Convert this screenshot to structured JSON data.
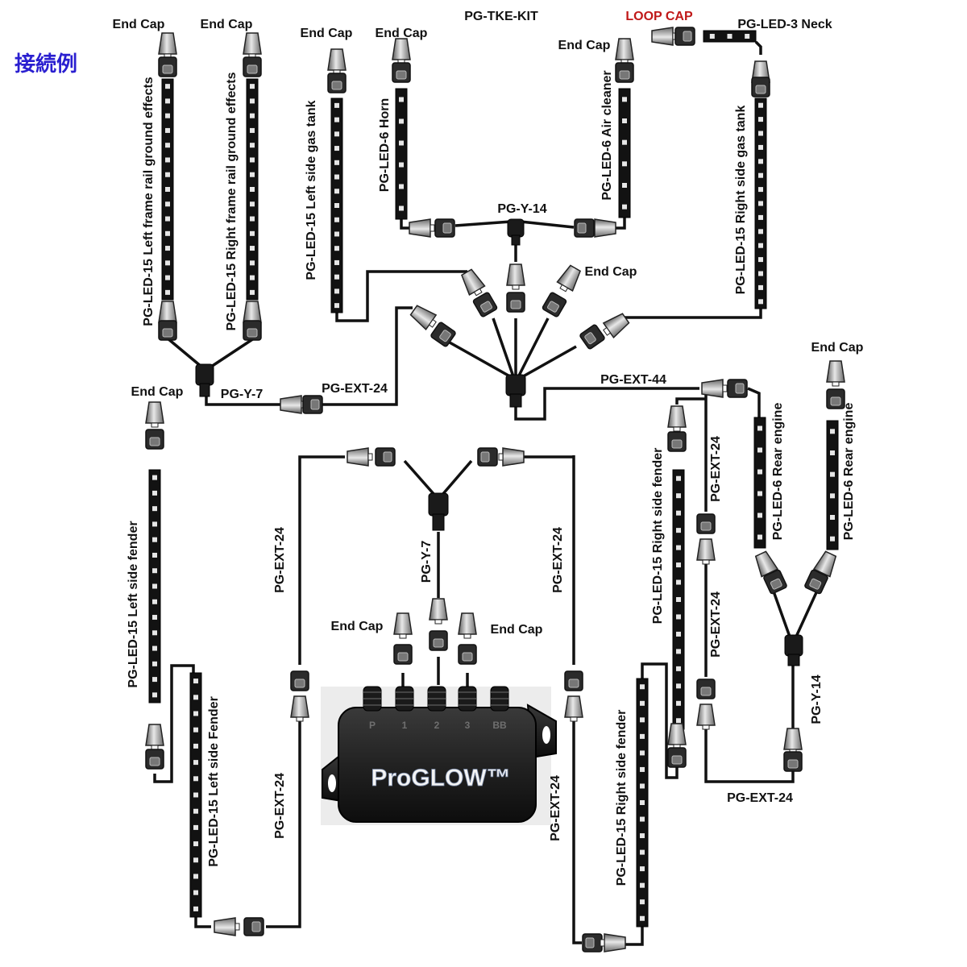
{
  "header": {
    "title_jp": "接続例",
    "kit_name": "PG-TKE-KIT",
    "loop_cap": "LOOP CAP"
  },
  "colors": {
    "title_jp": "#2a1fd0",
    "loop_cap": "#c01818",
    "wire": "#111111",
    "strip": "#121212"
  },
  "labels": {
    "end_cap": "End Cap",
    "led3_neck": "PG-LED-3 Neck",
    "led15_left_frame": "PG-LED-15 Left frame rail ground effects",
    "led15_right_frame": "PG-LED-15 Right frame rail ground effects",
    "led15_left_gas": "PG-LED-15 Left side gas tank",
    "led6_horn": "PG-LED-6 Horn",
    "led6_air": "PG-LED-6 Air cleaner",
    "led15_right_gas": "PG-LED-15 Right side gas tank",
    "y14": "PG-Y-14",
    "y7": "PG-Y-7",
    "ext24": "PG-EXT-24",
    "ext44": "PG-EXT-44",
    "led15_left_fender": "PG-LED-15 Left side fender",
    "led15_left_fender2": "PG-LED-15 Left side Fender",
    "led15_right_fender": "PG-LED-15 Right side fender",
    "led6_rear": "PG-LED-6 Rear engine"
  },
  "control_box": {
    "brand": "ProGLOW™",
    "ports": [
      "P",
      "1",
      "2",
      "3",
      "BB"
    ]
  },
  "components": [
    {
      "id": "strip-left-frame",
      "part": "PG-LED-15",
      "location": "Left frame rail ground effects",
      "leds": 15
    },
    {
      "id": "strip-right-frame",
      "part": "PG-LED-15",
      "location": "Right frame rail ground effects",
      "leds": 15
    },
    {
      "id": "strip-left-gas",
      "part": "PG-LED-15",
      "location": "Left side gas tank",
      "leds": 15
    },
    {
      "id": "strip-horn",
      "part": "PG-LED-6",
      "location": "Horn",
      "leds": 6
    },
    {
      "id": "strip-air",
      "part": "PG-LED-6",
      "location": "Air cleaner",
      "leds": 6
    },
    {
      "id": "strip-neck",
      "part": "PG-LED-3",
      "location": "Neck",
      "leds": 3
    },
    {
      "id": "strip-right-gas",
      "part": "PG-LED-15",
      "location": "Right side gas tank",
      "leds": 15
    },
    {
      "id": "strip-left-fender",
      "part": "PG-LED-15",
      "location": "Left side fender",
      "leds": 15
    },
    {
      "id": "strip-left-fender2",
      "part": "PG-LED-15",
      "location": "Left side Fender",
      "leds": 15
    },
    {
      "id": "strip-right-fender",
      "part": "PG-LED-15",
      "location": "Right side fender",
      "leds": 15
    },
    {
      "id": "strip-right-fender2",
      "part": "PG-LED-15",
      "location": "Right side fender",
      "leds": 15
    },
    {
      "id": "strip-rear-a",
      "part": "PG-LED-6",
      "location": "Rear engine",
      "leds": 6
    },
    {
      "id": "strip-rear-b",
      "part": "PG-LED-6",
      "location": "Rear engine",
      "leds": 6
    }
  ]
}
